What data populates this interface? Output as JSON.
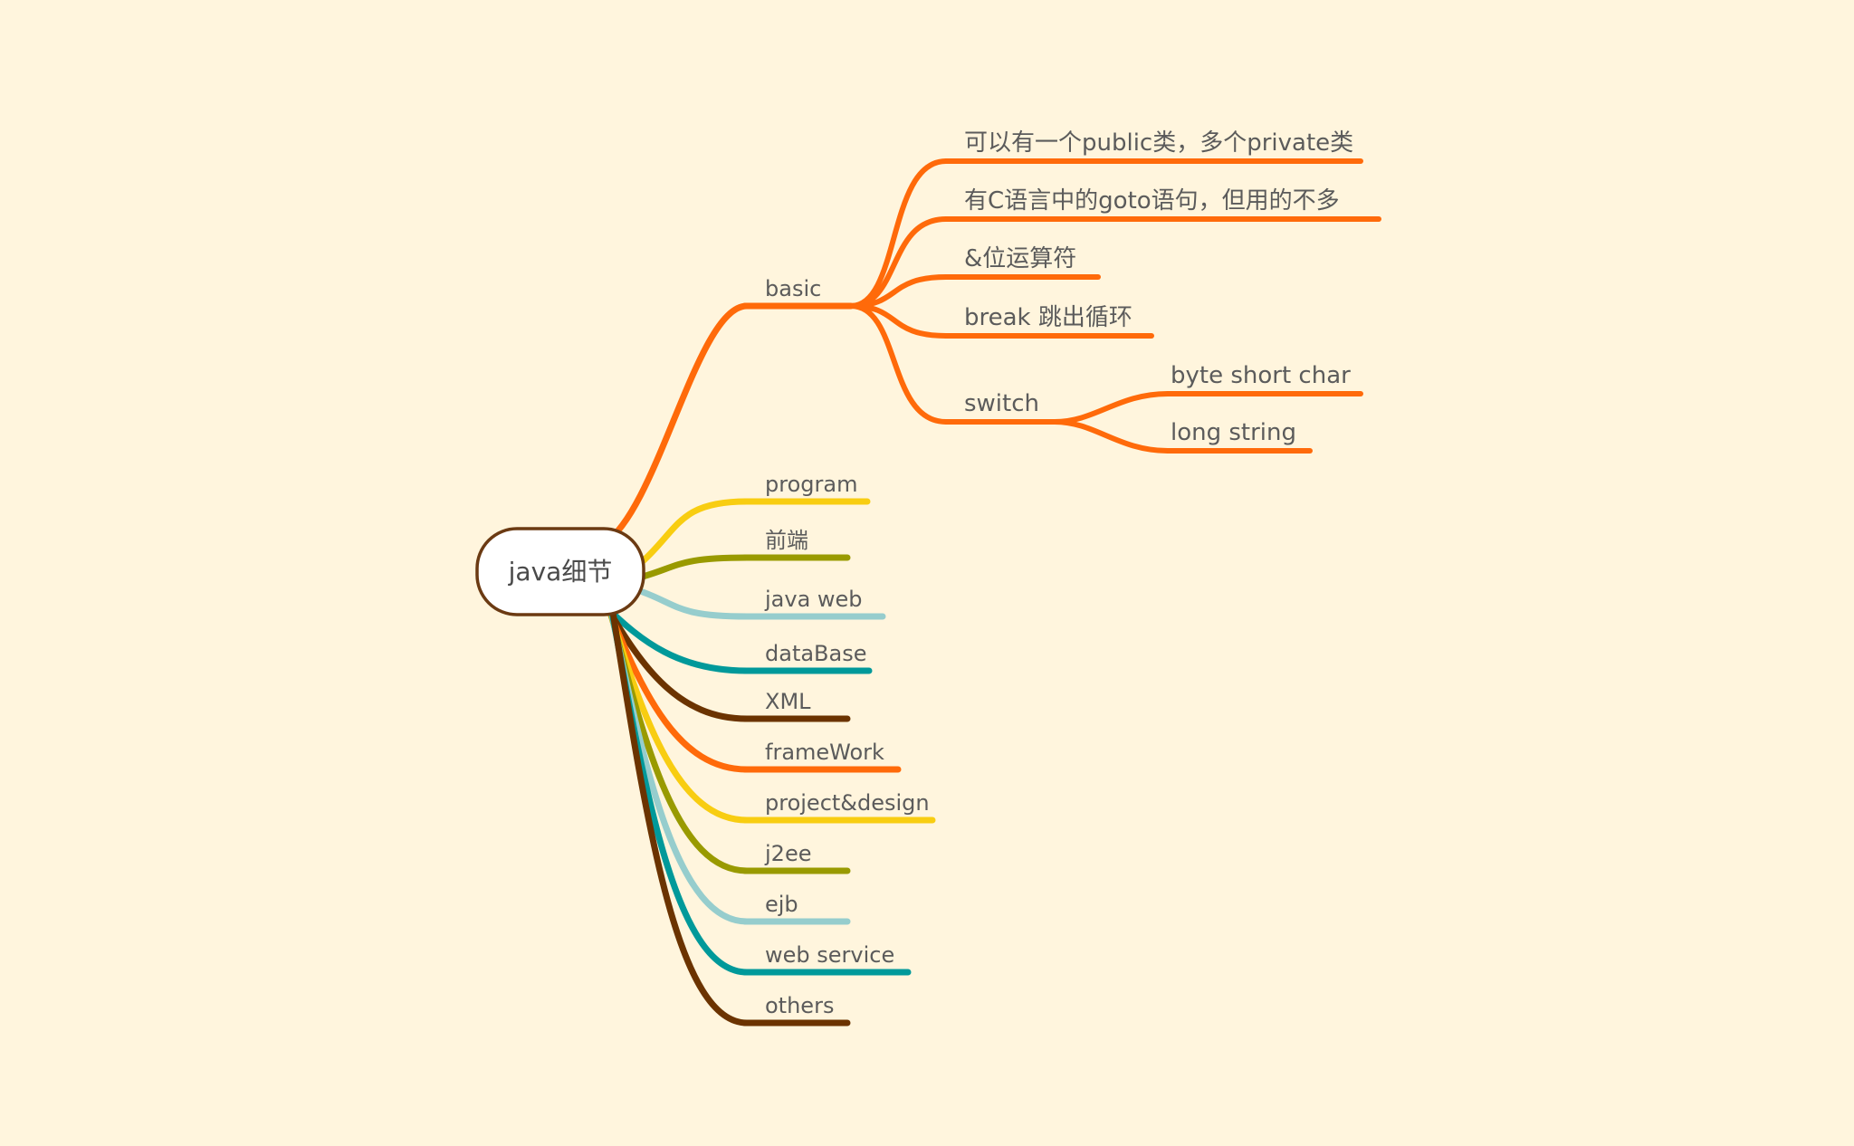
{
  "root": {
    "label": "java细节"
  },
  "colors": {
    "background": "#fff5dd",
    "root_border": "#6b3a12",
    "root_fill": "#ffffff",
    "text": "#5b5b5b",
    "orange": "#ff6a0a",
    "yellow": "#f8cd11",
    "olive": "#999a00",
    "lightblue": "#96cdcd",
    "teal": "#00999a",
    "brown": "#6b3300"
  },
  "branches": [
    {
      "id": "basic",
      "label": "basic",
      "color": "orange",
      "children": [
        {
          "id": "public",
          "label": "可以有一个public类，多个private类"
        },
        {
          "id": "goto",
          "label": "有C语言中的goto语句，但用的不多"
        },
        {
          "id": "bitop",
          "label": "&位运算符"
        },
        {
          "id": "break",
          "label": "break 跳出循环"
        },
        {
          "id": "switch",
          "label": "switch",
          "children": [
            {
              "id": "byte",
              "label": "byte short char"
            },
            {
              "id": "long",
              "label": "long string"
            }
          ]
        }
      ]
    },
    {
      "id": "program",
      "label": "program",
      "color": "yellow"
    },
    {
      "id": "frontend",
      "label": "前端",
      "color": "olive"
    },
    {
      "id": "javaweb",
      "label": "java web",
      "color": "lightblue"
    },
    {
      "id": "database",
      "label": "dataBase",
      "color": "teal"
    },
    {
      "id": "xml",
      "label": "XML",
      "color": "brown"
    },
    {
      "id": "framework",
      "label": "frameWork",
      "color": "orange"
    },
    {
      "id": "project",
      "label": "project&design",
      "color": "yellow"
    },
    {
      "id": "j2ee",
      "label": "j2ee",
      "color": "olive"
    },
    {
      "id": "ejb",
      "label": "ejb",
      "color": "lightblue"
    },
    {
      "id": "webservice",
      "label": "web service",
      "color": "teal"
    },
    {
      "id": "others",
      "label": "others",
      "color": "brown"
    }
  ]
}
